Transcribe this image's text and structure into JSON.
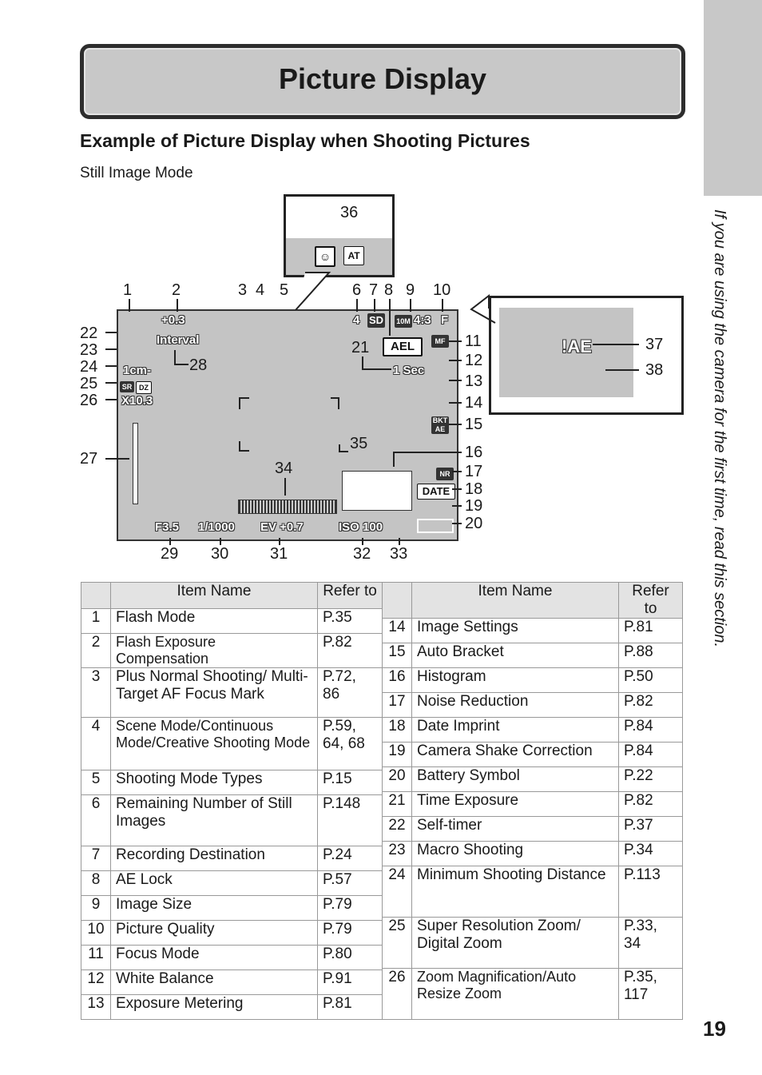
{
  "side_tab_text": "If you are using the camera for the first time, read this section.",
  "title": "Picture Display",
  "heading": "Example of Picture Display when Shooting Pictures",
  "subheading": "Still Image Mode",
  "page_number": "19",
  "diagram": {
    "callouts": [
      "1",
      "2",
      "3",
      "4",
      "5",
      "6",
      "7",
      "8",
      "9",
      "10",
      "11",
      "12",
      "13",
      "14",
      "15",
      "16",
      "17",
      "18",
      "19",
      "20",
      "21",
      "22",
      "23",
      "24",
      "25",
      "26",
      "27",
      "28",
      "29",
      "30",
      "31",
      "32",
      "33",
      "34",
      "35",
      "36",
      "37",
      "38"
    ],
    "osd": {
      "flash_comp": "+0.3",
      "interval": "Interval",
      "remaining": "4",
      "destination": "SD",
      "image_size": "4:3",
      "size_badge": "10M",
      "quality": "F",
      "ael": "AEL",
      "exposure_time": "1 Sec",
      "macro": "1cm-",
      "zoom": "X10.3",
      "aperture": "F3.5",
      "shutter": "1/1000",
      "ev": "EV +0.7",
      "iso": "ISO 100",
      "nr": "NR",
      "date": "DATE",
      "sr": "SR",
      "dz": "DZ",
      "mf": "MF",
      "bkt": "BKT AE",
      "scene_at": "AT",
      "ae_warning": "!AE"
    }
  },
  "left_table": {
    "headers": [
      "",
      "Item Name",
      "Refer to"
    ],
    "rows": [
      {
        "no": "1",
        "name": "Flash Mode",
        "ref": "P.35"
      },
      {
        "no": "2",
        "name": "Flash Exposure Compensation",
        "ref": "P.82"
      },
      {
        "no": "3",
        "name": "Plus Normal Shooting/ Multi-Target AF Focus Mark",
        "ref": "P.72, 86"
      },
      {
        "no": "4",
        "name": "Scene Mode/Continuous Mode/Creative Shooting Mode",
        "ref": "P.59, 64, 68"
      },
      {
        "no": "5",
        "name": "Shooting Mode Types",
        "ref": "P.15"
      },
      {
        "no": "6",
        "name": "Remaining Number of Still Images",
        "ref": "P.148"
      },
      {
        "no": "7",
        "name": "Recording Destination",
        "ref": "P.24"
      },
      {
        "no": "8",
        "name": "AE Lock",
        "ref": "P.57"
      },
      {
        "no": "9",
        "name": "Image Size",
        "ref": "P.79"
      },
      {
        "no": "10",
        "name": "Picture Quality",
        "ref": "P.79"
      },
      {
        "no": "11",
        "name": "Focus Mode",
        "ref": "P.80"
      },
      {
        "no": "12",
        "name": "White Balance",
        "ref": "P.91"
      },
      {
        "no": "13",
        "name": "Exposure Metering",
        "ref": "P.81"
      }
    ]
  },
  "right_table": {
    "headers": [
      "",
      "Item Name",
      "Refer to"
    ],
    "rows": [
      {
        "no": "14",
        "name": "Image Settings",
        "ref": "P.81"
      },
      {
        "no": "15",
        "name": "Auto Bracket",
        "ref": "P.88"
      },
      {
        "no": "16",
        "name": "Histogram",
        "ref": "P.50"
      },
      {
        "no": "17",
        "name": "Noise Reduction",
        "ref": "P.82"
      },
      {
        "no": "18",
        "name": "Date Imprint",
        "ref": "P.84"
      },
      {
        "no": "19",
        "name": "Camera Shake Correction",
        "ref": "P.84"
      },
      {
        "no": "20",
        "name": "Battery Symbol",
        "ref": "P.22"
      },
      {
        "no": "21",
        "name": "Time Exposure",
        "ref": "P.82"
      },
      {
        "no": "22",
        "name": "Self-timer",
        "ref": "P.37"
      },
      {
        "no": "23",
        "name": "Macro Shooting",
        "ref": "P.34"
      },
      {
        "no": "24",
        "name": "Minimum Shooting Distance",
        "ref": "P.113"
      },
      {
        "no": "25",
        "name": "Super Resolution Zoom/ Digital Zoom",
        "ref": "P.33, 34"
      },
      {
        "no": "26",
        "name": "Zoom Magnification/Auto Resize Zoom",
        "ref": "P.35, 117"
      }
    ]
  }
}
